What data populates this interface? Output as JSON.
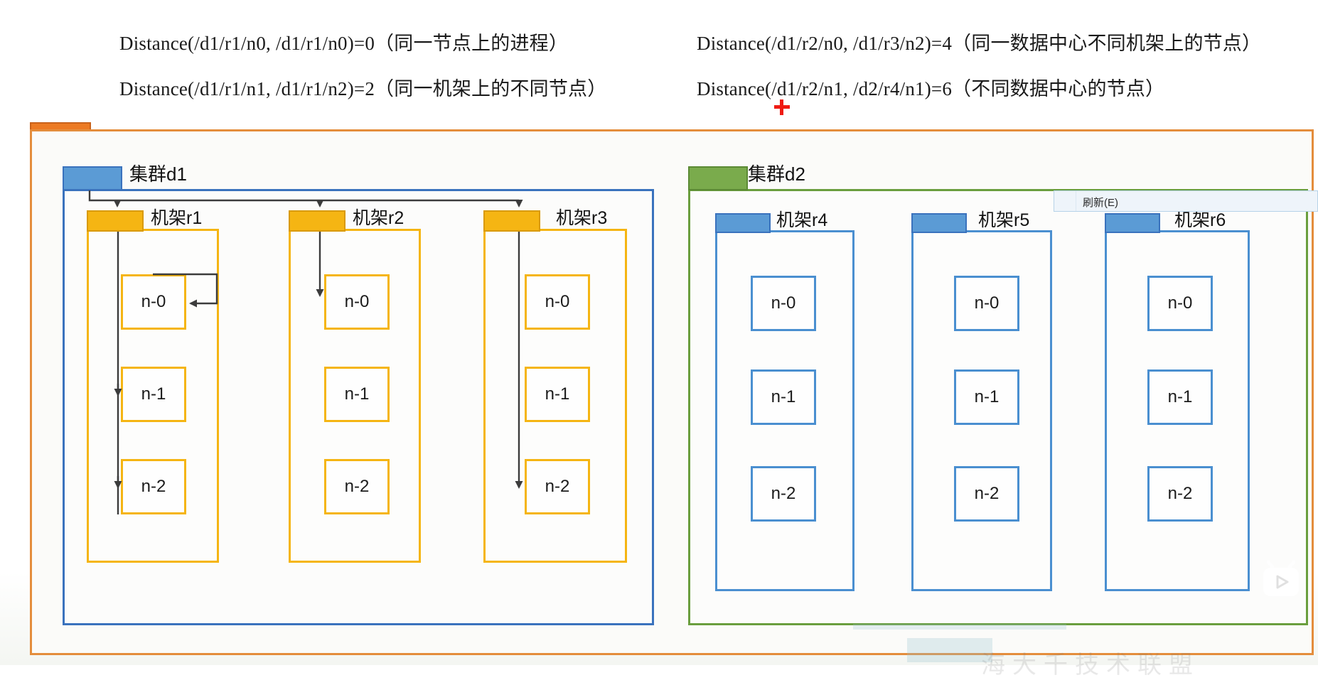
{
  "formulas": [
    "Distance(/d1/r1/n0, /d1/r1/n0)=0（同一节点上的进程）",
    "Distance(/d1/r1/n1, /d1/r1/n2)=2（同一机架上的不同节点）",
    "Distance(/d1/r2/n0, /d1/r3/n2)=4（同一数据中心不同机架上的节点）",
    "Distance(/d1/r2/n1, /d2/r4/n1)=6（不同数据中心的节点）"
  ],
  "clusters": [
    {
      "id": "d1",
      "label": "集群d1",
      "accent": "#3a72bd",
      "tab_fill": "#5b9bd5",
      "racks": [
        {
          "id": "r1",
          "label": "机架r1",
          "accent": "#f5b513",
          "nodes": [
            {
              "label": "n-0"
            },
            {
              "label": "n-1"
            },
            {
              "label": "n-2"
            }
          ]
        },
        {
          "id": "r2",
          "label": "机架r2",
          "accent": "#f5b513",
          "nodes": [
            {
              "label": "n-0"
            },
            {
              "label": "n-1"
            },
            {
              "label": "n-2"
            }
          ]
        },
        {
          "id": "r3",
          "label": "机架r3",
          "accent": "#f5b513",
          "nodes": [
            {
              "label": "n-0"
            },
            {
              "label": "n-1"
            },
            {
              "label": "n-2"
            }
          ]
        }
      ]
    },
    {
      "id": "d2",
      "label": "集群d2",
      "accent": "#6a9e3e",
      "tab_fill": "#7aab4c",
      "racks": [
        {
          "id": "r4",
          "label": "机架r4",
          "accent": "#4a8fd0",
          "nodes": [
            {
              "label": "n-0"
            },
            {
              "label": "n-1"
            },
            {
              "label": "n-2"
            }
          ]
        },
        {
          "id": "r5",
          "label": "机架r5",
          "accent": "#4a8fd0",
          "nodes": [
            {
              "label": "n-0"
            },
            {
              "label": "n-1"
            },
            {
              "label": "n-2"
            }
          ]
        },
        {
          "id": "r6",
          "label": "机架r6",
          "accent": "#4a8fd0",
          "nodes": [
            {
              "label": "n-0"
            },
            {
              "label": "n-1"
            },
            {
              "label": "n-2"
            }
          ]
        }
      ]
    }
  ],
  "outer_frame": {
    "accent": "#e48d3c",
    "tab_fill": "#ec7a23"
  },
  "context_menu": {
    "items": [
      {
        "label": "刷新(E)"
      }
    ]
  },
  "cursor": {
    "shape": "crosshair-plus",
    "color": "#ef1b13"
  },
  "watermark": {
    "text": "海大千技术联盟",
    "logo": "bilibili-play-icon"
  }
}
